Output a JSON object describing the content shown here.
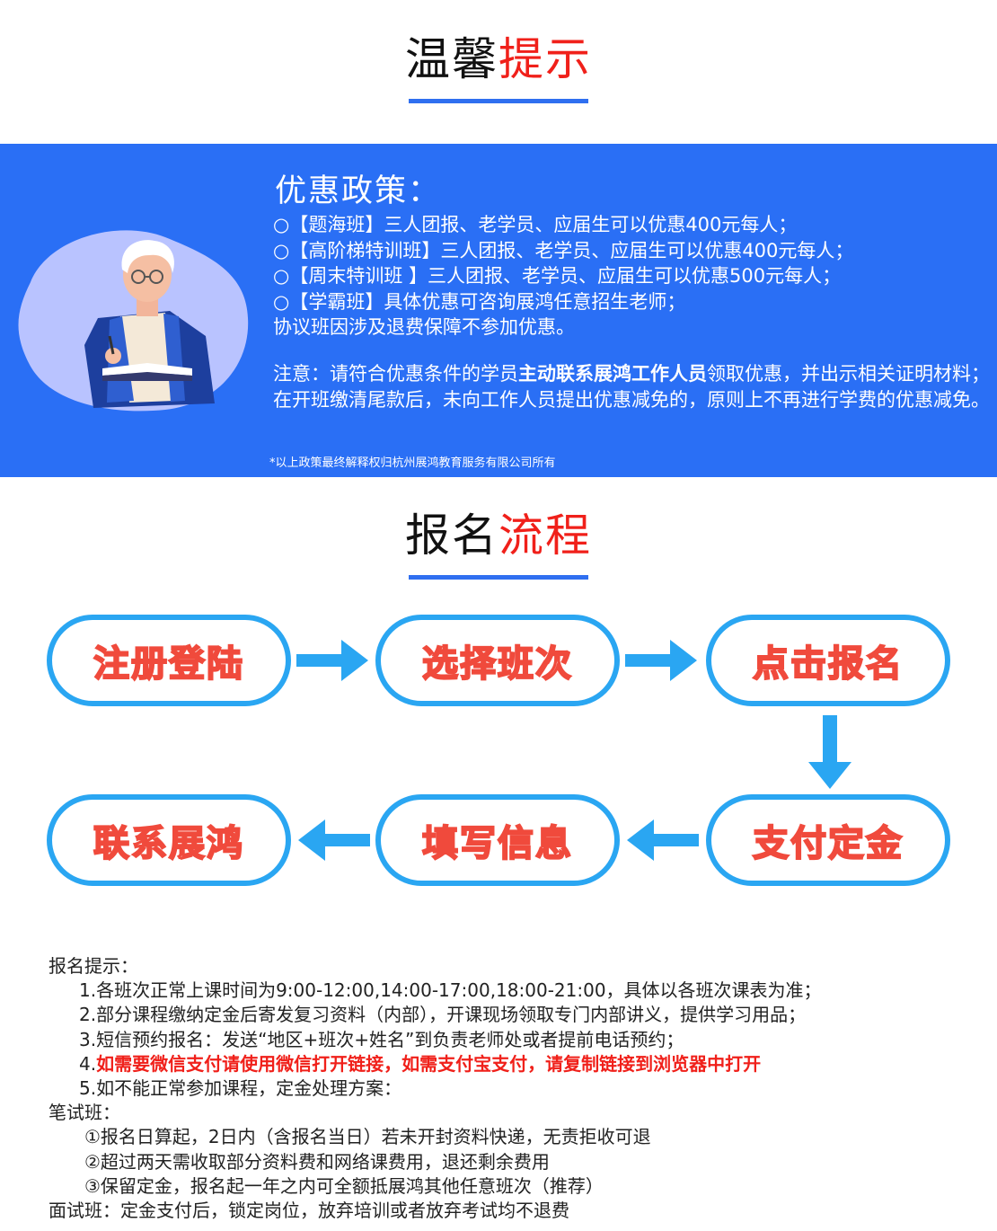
{
  "header1": {
    "title_a": "温馨",
    "title_b": "提示"
  },
  "promo": {
    "heading": "优惠政策：",
    "lines": [
      "○【题海班】三人团报、老学员、应届生可以优惠400元每人；",
      "○【高阶梯特训班】三人团报、老学员、应届生可以优惠400元每人；",
      "○【周末特训班 】三人团报、老学员、应届生可以优惠500元每人；",
      "○【学霸班】具体优惠可咨询展鸿任意招生老师；",
      "协议班因涉及退费保障不参加优惠。"
    ],
    "note_prefix": "注意：请符合优惠条件的学员",
    "note_bold": "主动联系展鸿工作人员",
    "note_suffix": "领取优惠，并出示相关证明材料；在开班缴清尾款后，未向工作人员提出优惠减免的，原则上不再进行学费的优惠减免。",
    "footnote": "*以上政策最终解释权归杭州展鸿教育服务有限公司所有"
  },
  "header2": {
    "title_a": "报名",
    "title_b": "流程"
  },
  "steps": [
    "注册登陆",
    "选择班次",
    "点击报名",
    "支付定金",
    "填写信息",
    "联系展鸿"
  ],
  "tips": {
    "heading": "报名提示：",
    "item1": "1.各班次正常上课时间为9:00-12:00,14:00-17:00,18:00-21:00，具体以各班次课表为准；",
    "item2": "2.部分课程缴纳定金后寄发复习资料（内部），开课现场领取专门内部讲义，提供学习用品；",
    "item3": "3.短信预约报名：发送“地区+班次+姓名”到负责老师处或者提前电话预约；",
    "item4_num": "4.",
    "item4_text": "如需要微信支付请使用微信打开链接，如需支付宝支付，请复制链接到浏览器中打开",
    "item5": "5.如不能正常参加课程，定金处理方案：",
    "written_label": "笔试班：",
    "written": [
      "①报名日算起，2日内（含报名当日）若未开封资料快递，无责拒收可退",
      "②超过两天需收取部分资料费和网络课费用，退还剩余费用",
      "③保留定金，报名起一年之内可全额抵展鸿其他任意班次（推荐）"
    ],
    "interview": "面试班：定金支付后，锁定岗位，放弃培训或者放弃考试均不退费"
  }
}
